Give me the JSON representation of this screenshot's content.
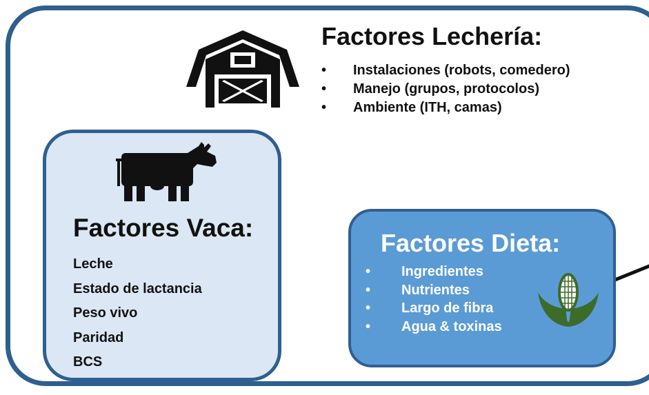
{
  "lecheria": {
    "title": "Factores Lechería:",
    "items": [
      "Instalaciones (robots, comedero)",
      "Manejo (grupos, protocolos)",
      "Ambiente (ITH, camas)"
    ]
  },
  "vaca": {
    "title": "Factores Vaca:",
    "items": [
      "Leche",
      "Estado de lactancia",
      "Peso vivo",
      "Paridad",
      "BCS"
    ]
  },
  "dieta": {
    "title": "Factores Dieta:",
    "items": [
      "Ingredientes",
      "Nutrientes",
      "Largo de fibra",
      "Agua & toxinas"
    ]
  },
  "icons": {
    "barn": "barn-icon",
    "cow": "cow-icon",
    "corn": "corn-icon"
  },
  "colors": {
    "frame_border": "#2f5f8f",
    "vaca_box": "#dbe7f4",
    "dieta_box": "#5b9bd5",
    "corn_leaf": "#3d6b2a",
    "corn_cob": "#ffffff"
  }
}
